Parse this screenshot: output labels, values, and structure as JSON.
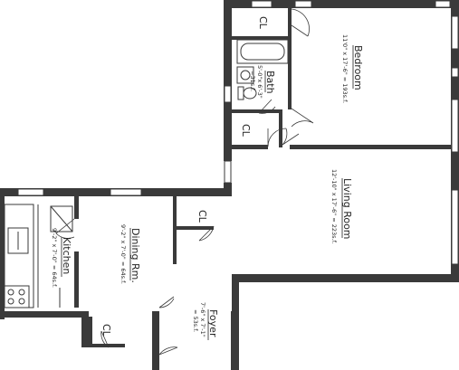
{
  "rooms": {
    "bedroom": {
      "name": "Bedroom",
      "dims": "11'0\" x 17'-6\" = 193s.f."
    },
    "living": {
      "name": "Living Room",
      "dims": "12'-10\" x 17'-6\" = 223s.f."
    },
    "bath": {
      "name": "Bath",
      "dims_line1": "5'-0\"x 6'-3\"",
      "dims_line2": "=31s.f."
    },
    "dining": {
      "name": "Dining Rm.",
      "dims": "9'-2\" x 7'-0\" = 64s.f."
    },
    "kitchen": {
      "name": "Kitchen",
      "dims": "9'-2\" x 7'-0\" = 64s.f."
    },
    "foyer": {
      "name": "Foyer",
      "dims_line1": "7'-6\" x 7'-1\"",
      "dims_line2": "= 53s.f."
    }
  },
  "closets": {
    "bedroom_closet": "CL",
    "bath_closet": "CL",
    "dining_closet": "CL",
    "foyer_closet": "CL"
  },
  "colors": {
    "wall": "#3a3a3a",
    "background": "#ffffff",
    "text": "#222222"
  }
}
